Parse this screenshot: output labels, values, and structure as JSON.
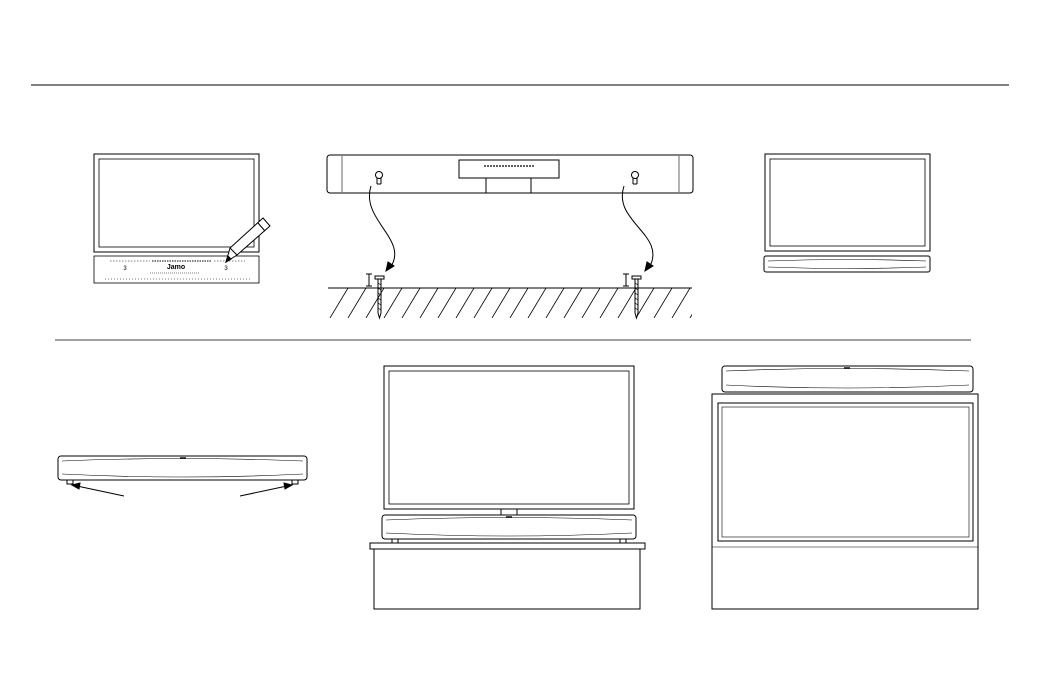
{
  "template": {
    "brand": "Jamo",
    "mark_left": "3",
    "mark_right": "3"
  },
  "illustrations": [
    "template-marking",
    "wall-mount-keyholes",
    "wall-mounted-below-tv",
    "rubber-feet",
    "soundbar-on-furniture-in-front-of-tv",
    "soundbar-on-top-of-tv-cabinet"
  ]
}
